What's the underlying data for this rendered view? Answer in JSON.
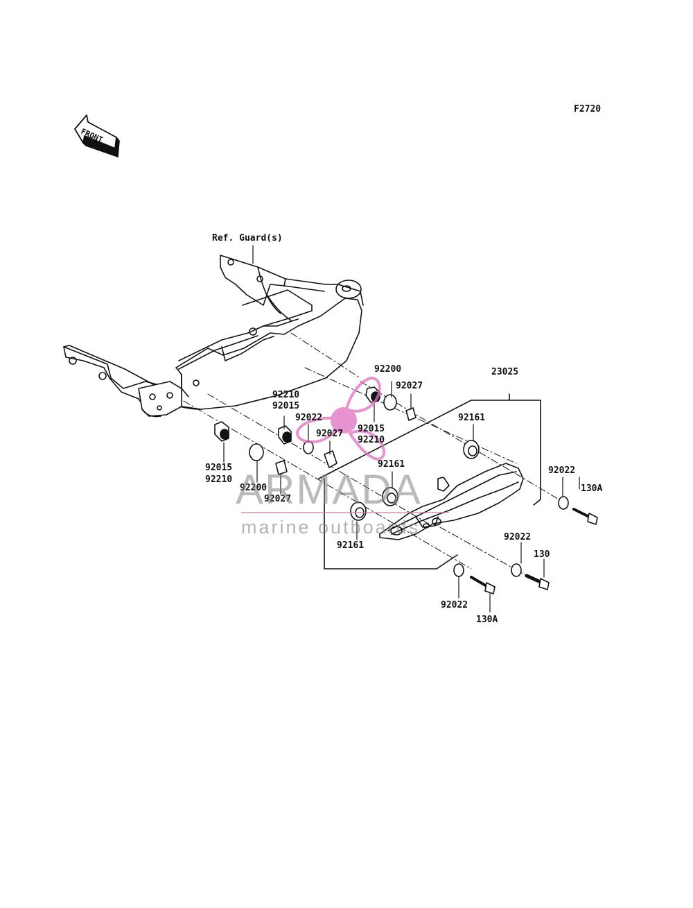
{
  "diagram": {
    "figure_code": "F2720",
    "front_arrow_label": "FRONT",
    "reference_label": "Ref. Guard(s)",
    "part_labels": {
      "p23025": "23025",
      "p92200_top": "92200",
      "p92027_top": "92027",
      "p92210_left": "92210",
      "p92015_left": "92015",
      "p92022_mid": "92022",
      "p92027_mid": "92027",
      "p92015_center": "92015",
      "p92210_center": "92210",
      "p92161_upper": "92161",
      "p92161_mid": "92161",
      "p92015_bottom": "92015",
      "p92210_bottom": "92210",
      "p92200_bottom": "92200",
      "p92027_bottom": "92027",
      "p92161_lower": "92161",
      "p92022_right": "92022",
      "p130A_right": "130A",
      "p92022_lower_right": "92022",
      "p130": "130",
      "p92022_bottom": "92022",
      "p130A_bottom": "130A"
    }
  },
  "watermark": {
    "title": "ARMADA",
    "subtitle": "marine outboards",
    "logo_icon": "propeller-logo-icon",
    "color": "#e080c8"
  }
}
